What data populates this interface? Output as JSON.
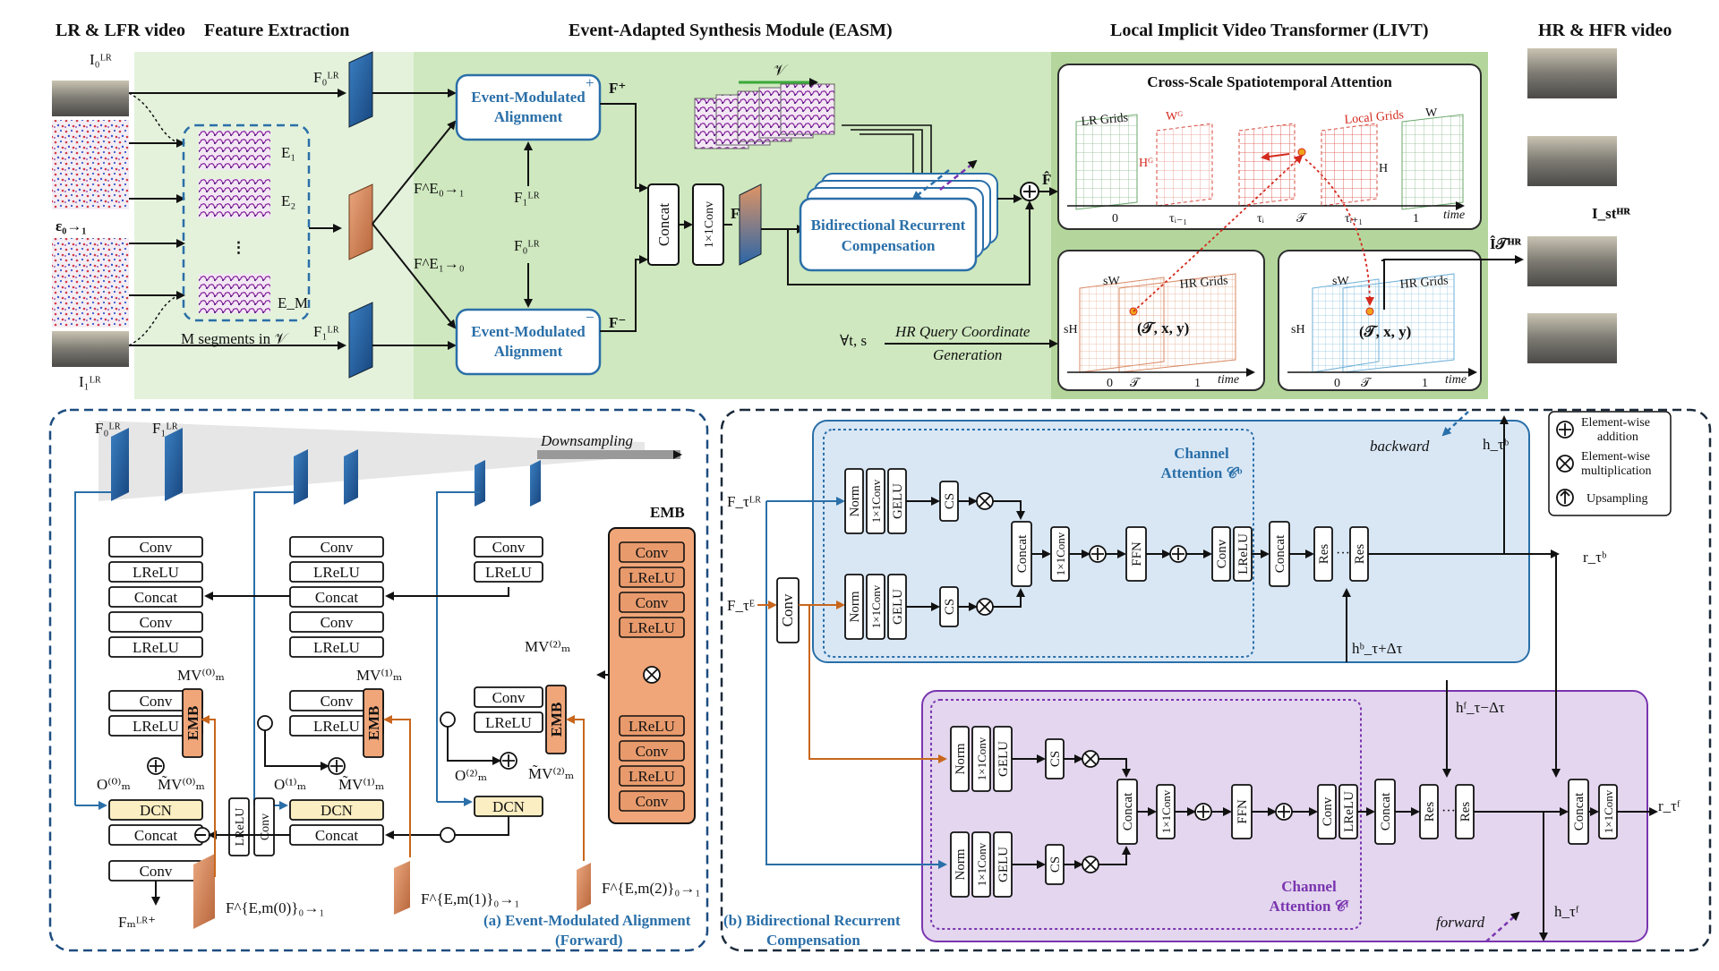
{
  "headers": {
    "input": "LR & LFR video",
    "feature": "Feature Extraction",
    "easm": "Event-Adapted Synthesis Module (EASM)",
    "livt": "Local Implicit Video Transformer (LIVT)",
    "output": "HR & HFR video"
  },
  "inputs": {
    "i0": "I₀ᴸᴿ",
    "i1": "I₁ᴸᴿ",
    "events": "ε₀→₁",
    "segments": "M segments in 𝒱",
    "e1": "E₁",
    "e2": "E₂",
    "dots": "⋮",
    "em": "E_M"
  },
  "features": {
    "f0": "F₀ᴸᴿ",
    "f1": "F₁ᴸᴿ",
    "fe01": "F^E₀→₁",
    "fe10": "F^E₁→₀",
    "f1lr_mid": "F₁ᴸᴿ",
    "f0lr_mid": "F₀ᴸᴿ"
  },
  "easm": {
    "ema_top": [
      "Event-Modulated",
      "Alignment"
    ],
    "ema_bot": [
      "Event-Modulated",
      "Alignment"
    ],
    "fplus": "F⁺",
    "fminus": "F⁻",
    "plus_mark": "+",
    "minus_mark": "−",
    "concat": "Concat",
    "conv11": "1×1Conv",
    "f": "F",
    "v": "𝒱",
    "brc": [
      "Bidirectional Recurrent",
      "Compensation"
    ],
    "fhat": "F̂"
  },
  "livt": {
    "csta_title": "Cross-Scale Spatiotemporal Attention",
    "lr_grids": "LR Grids",
    "wg": "Wᴳ",
    "hg": "Hᴳ",
    "local_grids": "Local Grids",
    "w": "W",
    "h": "H",
    "ticks": [
      "0",
      "τᵢ₋₁",
      "τᵢ",
      "𝒯",
      "τᵢ₊₁",
      "1"
    ],
    "time": "time",
    "forall": "∀t, s",
    "query": [
      "HR Query Coordinate",
      "Generation"
    ],
    "sw": "sW",
    "sh": "sH",
    "hr_grids": "HR Grids",
    "coord": "(𝒯, x, y)",
    "bottom_ticks": [
      "0",
      "𝒯",
      "1"
    ]
  },
  "outputs": {
    "ihat": "Î𝒯ᴴᴿ",
    "ist": "I_stᴴᴿ"
  },
  "ema_panel": {
    "caption": [
      "(a) Event-Modulated Alignment",
      "(Forward)"
    ],
    "downsampling": "Downsampling",
    "f0": "F₀ᴸᴿ",
    "f1": "F₁ᴸᴿ",
    "conv": "Conv",
    "lrelu": "LReLU",
    "concat": "Concat",
    "emb": "EMB",
    "dcn": "DCN",
    "mv": [
      "MV⁽⁰⁾ₘ",
      "MV⁽¹⁾ₘ",
      "MV⁽²⁾ₘ"
    ],
    "mvt": [
      "M̃V⁽⁰⁾ₘ",
      "M̃V⁽¹⁾ₘ",
      "M̃V⁽²⁾ₘ"
    ],
    "om": [
      "O⁽⁰⁾ₘ",
      "O⁽¹⁾ₘ",
      "O⁽²⁾ₘ"
    ],
    "fem": [
      "F^{E,m(0)}₀→₁",
      "F^{E,m(1)}₀→₁",
      "F^{E,m(2)}₀→₁"
    ],
    "out": "Fₘᴸᴿ⁺",
    "emb_title": "EMB",
    "emb_stack": [
      "Conv",
      "LReLU",
      "Conv",
      "LReLU",
      "LReLU",
      "Conv",
      "LReLU",
      "Conv"
    ]
  },
  "brc_panel": {
    "caption": [
      "(b) Bidirectional Recurrent",
      "Compensation"
    ],
    "ftlr": "F_τᴸᴿ",
    "fte": "F_τᴱ",
    "conv": "Conv",
    "norm": "Norm",
    "conv11": "1×1Conv",
    "gelu": "GELU",
    "cs": "CS",
    "concat": "Concat",
    "ffn": "FFN",
    "lrelu": "LReLU",
    "res": "Res",
    "dots": "···",
    "channel_b": [
      "Channel",
      "Attention 𝒞ᵇ"
    ],
    "channel_f": [
      "Channel",
      "Attention 𝒞ᶠ"
    ],
    "backward": "backward",
    "forward": "forward",
    "htb": "h_τᵇ",
    "rtb": "r_τᵇ",
    "htbdt": "hᵇ_τ+Δτ",
    "htfdt": "hᶠ_τ−Δτ",
    "htf": "h_τᶠ",
    "rtf": "r_τᶠ"
  },
  "legend": {
    "add": [
      "Element-wise",
      "addition"
    ],
    "mul": [
      "Element-wise",
      "multiplication"
    ],
    "up": "Upsampling"
  },
  "colors": {
    "green_bg": "#cfe8bf",
    "light_green": "#e4f2dc",
    "blue_block": "#2161a3",
    "orange_block": "#d9875a",
    "blue_panel": "#d9e7f5",
    "purple_panel": "#e3d6ee",
    "dcn_fill": "#fbeec2",
    "emb_fill": "#f0a679",
    "accent_blue": "#2a6fa8"
  }
}
